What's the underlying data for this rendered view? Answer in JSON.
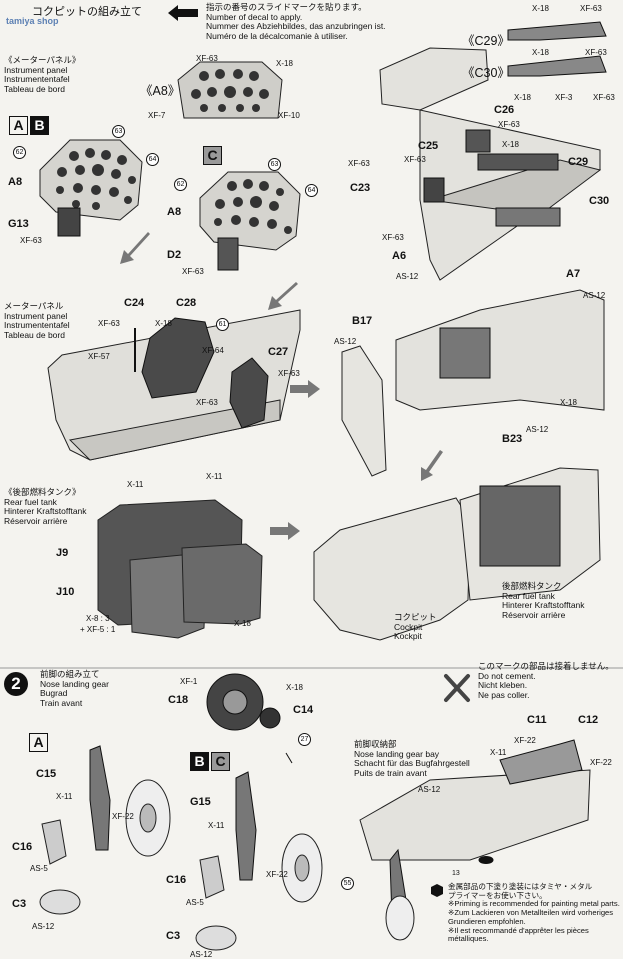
{
  "header": {
    "step_title": "コクピットの組み立て",
    "decal_note": [
      "指示の番号のスライドマークを貼ります。",
      "Number of decal to apply.",
      "Nummer des Abziehbildes, das anzubringen ist.",
      "Numéro de la décalcomanie à utiliser."
    ],
    "watermark": "tamiya shop"
  },
  "instrument_panel_label": [
    "《メーターパネル》",
    "Instrument panel",
    "Instrumententafel",
    "Tableau de bord"
  ],
  "instrument_panel_label2": [
    "メーターパネル",
    "Instrument panel",
    "Instrumententafel",
    "Tableau de bord"
  ],
  "rear_tank_label": [
    "《後部燃料タンク》",
    "Rear fuel tank",
    "Hinterer Kraftstofftank",
    "Réservoir arrière"
  ],
  "rear_tank_label2": [
    "後部燃料タンク",
    "Rear fuel tank",
    "Hinterer Kraftstofftank",
    "Réservoir arrière"
  ],
  "cockpit_label": [
    "コクピット",
    "Cockpit",
    "Kockpit"
  ],
  "variants": {
    "a8": "《A8》",
    "c29": "《C29》",
    "c30": "《C30》"
  },
  "boxes": {
    "a": "A",
    "b": "B",
    "c": "C"
  },
  "parts": {
    "A8": "A8",
    "G13": "G13",
    "D2": "D2",
    "C24": "C24",
    "C28": "C28",
    "C27": "C27",
    "C25": "C25",
    "C23": "C23",
    "C26": "C26",
    "C29": "C29",
    "C30": "C30",
    "A6": "A6",
    "A7": "A7",
    "B17": "B17",
    "B23": "B23",
    "J9": "J9",
    "J10": "J10",
    "C18": "C18",
    "C14": "C14",
    "C15": "C15",
    "C16": "C16",
    "C3": "C3",
    "G15": "G15",
    "C11": "C11",
    "C12": "C12"
  },
  "decals": {
    "xf63": "XF-63",
    "x18": "X-18",
    "xf7": "XF-7",
    "xf10": "XF-10",
    "xf57": "XF-57",
    "xf64": "XF-64",
    "as12": "AS-12",
    "x11": "X-11",
    "xf3": "XF-3",
    "xf1": "XF-1",
    "xf22": "XF-22",
    "as5": "AS-5",
    "mix1": "X-8 : 3",
    "mix2": "+ XF-5 : 1"
  },
  "marks": {
    "m61": "61",
    "m62": "62",
    "m63": "63",
    "m64": "64",
    "m27": "27",
    "m55": "55",
    "m13": "13"
  },
  "step2": {
    "number": "2",
    "title": [
      "前脚の組み立て",
      "Nose landing gear",
      "Bugrad",
      "Train avant"
    ],
    "no_glue": [
      "このマークの部品は接着しません。",
      "Do not cement.",
      "Nicht kleben.",
      "Ne pas coller."
    ],
    "gear_bay": [
      "前脚収納部",
      "Nose landing gear bay",
      "Schacht für das Bugfahrgestell",
      "Puits de train avant"
    ],
    "primer": [
      "金属部品の下塗り塗装にはタミヤ・メタル",
      "プライマーをお使い下さい。",
      "※Priming is recommended for painting metal parts.",
      "※Zum Lackieren von Metallteilen wird vorheriges Grundieren empfohlen.",
      "※Il est recommandé d'apprêter les pièces métalliques."
    ]
  }
}
